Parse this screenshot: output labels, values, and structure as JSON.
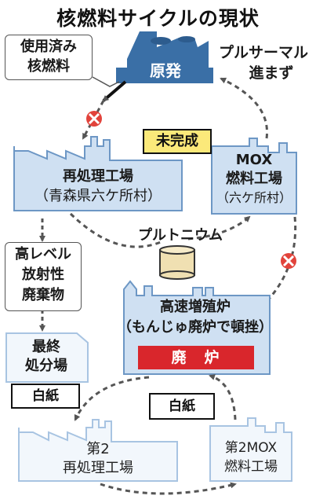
{
  "title": "核燃料サイクルの現状",
  "callout_spent_fuel": [
    "使用済み",
    "核燃料"
  ],
  "plant": {
    "label": "原発"
  },
  "pluthermal_note": [
    "プルサーマル",
    "進まず"
  ],
  "unfinished_label": "未完成",
  "reprocessing_plant": {
    "name": "再処理工場",
    "location": "（青森県六ケ所村）"
  },
  "mox_plant": {
    "name": [
      "MOX",
      "燃料工場"
    ],
    "location": "（六ケ所村）"
  },
  "plutonium_label": "プルトニウム",
  "hlw_box": [
    "高レベル",
    "放射性",
    "廃棄物"
  ],
  "fbr": {
    "name": "高速増殖炉",
    "sub": "（もんじゅ廃炉で頓挫）",
    "status": "廃　炉"
  },
  "final_disposal": {
    "name": [
      "最終",
      "処分場"
    ],
    "status": "白紙"
  },
  "second_plants_status": "白紙",
  "second_reprocessing": [
    "第2",
    "再処理工場"
  ],
  "second_mox": [
    "第2MOX",
    "燃料工場"
  ],
  "colors": {
    "plant_blue": "#3a6fa6",
    "facility_fill": "#cfe0f2",
    "facility_edge": "#6d97c5",
    "future_fill": "#f2f7fc",
    "future_edge": "#a8c4e2",
    "stop_red": "#e2433b",
    "status_red": "#d9262c",
    "highlight_yellow": "#fbe97a",
    "cylinder_tan": "#f0e0b2",
    "arrow_gray": "#555555"
  },
  "icons": [
    "stop-x-icon",
    "stop-x-icon",
    "plutonium-drum-icon"
  ]
}
